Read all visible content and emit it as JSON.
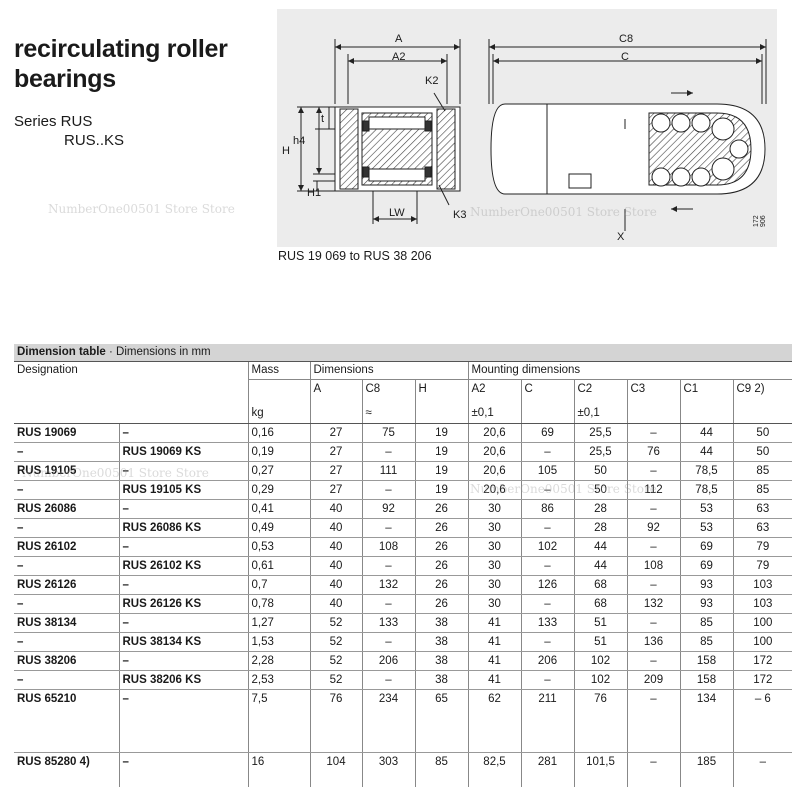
{
  "title_lines": [
    "recirculating roller",
    "bearings"
  ],
  "series": [
    "Series RUS",
    "RUS..KS"
  ],
  "drawing": {
    "labels": {
      "A": "A",
      "A2": "A2",
      "K2": "K2",
      "t": "t",
      "h4": "h4",
      "H": "H",
      "H1": "H1",
      "LW": "LW",
      "K3": "K3",
      "C8": "C8",
      "C": "C",
      "X": "X",
      "code": "172 906"
    },
    "caption": "RUS 19 069 to RUS 38 206"
  },
  "table": {
    "caption_bold": "Dimension table",
    "caption_rest": " · Dimensions in mm",
    "headers": {
      "designation": "Designation",
      "mass": "Mass",
      "dimensions": "Dimensions",
      "mounting": "Mounting dimensions",
      "A": "A",
      "C8": "C8",
      "H": "H",
      "A2": "A2",
      "C": "C",
      "C2": "C2",
      "C3": "C3",
      "C1": "C1",
      "C9": "C9 2)",
      "kg": "kg",
      "approx": "≈",
      "tol1": "±0,1",
      "tol2": "±0,1"
    },
    "rows": [
      [
        "RUS 19069",
        "–",
        "0,16",
        "27",
        "75",
        "19",
        "20,6",
        "69",
        "25,5",
        "–",
        "44",
        "50"
      ],
      [
        "–",
        "RUS 19069 KS",
        "0,19",
        "27",
        "–",
        "19",
        "20,6",
        "–",
        "25,5",
        "76",
        "44",
        "50"
      ],
      [
        "RUS 19105",
        "–",
        "0,27",
        "27",
        "111",
        "19",
        "20,6",
        "105",
        "50",
        "–",
        "78,5",
        "85"
      ],
      [
        "–",
        "RUS 19105 KS",
        "0,29",
        "27",
        "–",
        "19",
        "20,6",
        "–",
        "50",
        "112",
        "78,5",
        "85"
      ],
      [
        "RUS 26086",
        "–",
        "0,41",
        "40",
        "92",
        "26",
        "30",
        "86",
        "28",
        "–",
        "53",
        "63"
      ],
      [
        "–",
        "RUS 26086 KS",
        "0,49",
        "40",
        "–",
        "26",
        "30",
        "–",
        "28",
        "92",
        "53",
        "63"
      ],
      [
        "RUS 26102",
        "–",
        "0,53",
        "40",
        "108",
        "26",
        "30",
        "102",
        "44",
        "–",
        "69",
        "79"
      ],
      [
        "–",
        "RUS 26102 KS",
        "0,61",
        "40",
        "–",
        "26",
        "30",
        "–",
        "44",
        "108",
        "69",
        "79"
      ],
      [
        "RUS 26126",
        "–",
        "0,7",
        "40",
        "132",
        "26",
        "30",
        "126",
        "68",
        "–",
        "93",
        "103"
      ],
      [
        "–",
        "RUS 26126 KS",
        "0,78",
        "40",
        "–",
        "26",
        "30",
        "–",
        "68",
        "132",
        "93",
        "103"
      ],
      [
        "RUS 38134",
        "–",
        "1,27",
        "52",
        "133",
        "38",
        "41",
        "133",
        "51",
        "–",
        "85",
        "100"
      ],
      [
        "–",
        "RUS 38134 KS",
        "1,53",
        "52",
        "–",
        "38",
        "41",
        "–",
        "51",
        "136",
        "85",
        "100"
      ],
      [
        "RUS 38206",
        "–",
        "2,28",
        "52",
        "206",
        "38",
        "41",
        "206",
        "102",
        "–",
        "158",
        "172"
      ],
      [
        "–",
        "RUS 38206 KS",
        "2,53",
        "52",
        "–",
        "38",
        "41",
        "–",
        "102",
        "209",
        "158",
        "172"
      ],
      [
        "RUS 65210",
        "–",
        "7,5",
        "76",
        "234",
        "65",
        "62",
        "211",
        "76",
        "–",
        "134",
        "– 6"
      ],
      [
        "RUS 85280 4)",
        "–",
        "16",
        "104",
        "303",
        "85",
        "82,5",
        "281",
        "101,5",
        "–",
        "185",
        "–"
      ]
    ]
  },
  "watermark": "NumberOne00501 Store Store"
}
